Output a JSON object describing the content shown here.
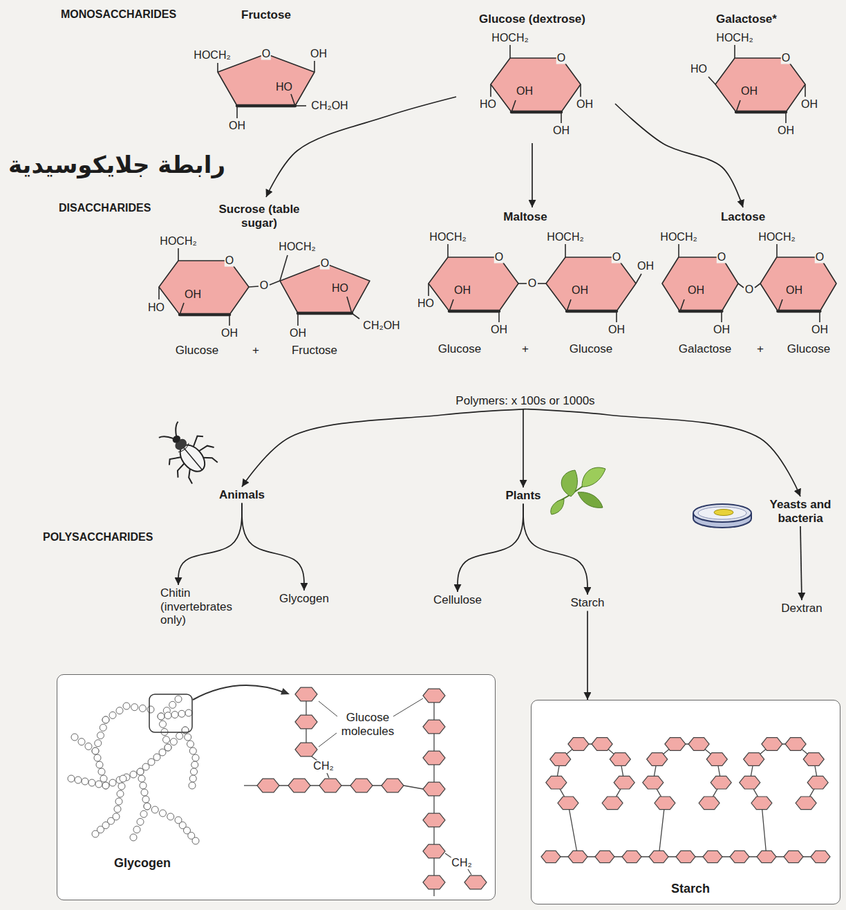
{
  "diagram": {
    "nodes": [
      {
        "text": [
          "Fructose",
          "HOCH₂",
          "O",
          "OH",
          "HO",
          "CH₂OH",
          "OH"
        ]
      },
      {
        "text": [
          "Glucose (dextrose)",
          "HOCH₂",
          "O",
          "OH",
          "HO",
          "OH",
          "OH"
        ]
      },
      {
        "text": [
          "Galactose*",
          "HOCH₂",
          "HO",
          "O",
          "OH",
          "OH",
          "OH"
        ]
      },
      {
        "text": [
          "Sucrose (table sugar)",
          "HOCH₂",
          "O",
          "OH",
          "HO",
          "OH",
          "O",
          "HOCH₂",
          "O",
          "HO",
          "CH₂OH",
          "OH",
          "Glucose",
          "+",
          "Fructose"
        ]
      },
      {
        "text": [
          "Maltose",
          "HOCH₂",
          "O",
          "OH",
          "HO",
          "OH",
          "O",
          "HOCH₂",
          "O",
          "OH",
          "OH",
          "OH",
          "Glucose",
          "+",
          "Glucose"
        ]
      },
      {
        "text": [
          "Lactose",
          "HOCH₂",
          "O",
          "OH",
          "OH",
          "O",
          "HOCH₂",
          "O",
          "OH",
          "OH",
          "Galactose",
          "+",
          "Glucose"
        ]
      },
      {
        "text": [
          "Polymers: x 100s or 1000s"
        ]
      },
      {
        "text": [
          "Animals"
        ]
      },
      {
        "text": [
          "Plants"
        ]
      },
      {
        "text": [
          "Yeasts and bacteria"
        ]
      },
      {
        "text": [
          "Chitin (invertebrates only)"
        ]
      },
      {
        "text": [
          "Glycogen"
        ]
      },
      {
        "text": [
          "Cellulose"
        ]
      },
      {
        "text": [
          "Starch"
        ]
      },
      {
        "text": [
          "Dextran"
        ]
      },
      {
        "text": [
          "Glycogen",
          "Glucose molecules",
          "CH₂",
          "CH₂"
        ]
      },
      {
        "text": [
          "Starch"
        ]
      }
    ],
    "edges": [
      {
        "from": 1,
        "to": 3,
        "arrow": "to"
      },
      {
        "from": 1,
        "to": 4,
        "arrow": "to"
      },
      {
        "from": 1,
        "to": 5,
        "arrow": "to"
      },
      {
        "from": 6,
        "to": 7,
        "arrow": "to"
      },
      {
        "from": 6,
        "to": 8,
        "arrow": "to"
      },
      {
        "from": 6,
        "to": 9,
        "arrow": "to"
      },
      {
        "from": 7,
        "to": 10,
        "arrow": "to"
      },
      {
        "from": 7,
        "to": 11,
        "arrow": "to"
      },
      {
        "from": 8,
        "to": 12,
        "arrow": "to"
      },
      {
        "from": 8,
        "to": 13,
        "arrow": "to"
      },
      {
        "from": 9,
        "to": 14,
        "arrow": "to"
      },
      {
        "from": 13,
        "to": 16,
        "arrow": "to"
      }
    ],
    "labels": [
      "MONOSACCHARIDES",
      "رابطة جلايكوسيدية",
      "DISACCHARIDES",
      "POLYSACCHARIDES"
    ]
  }
}
